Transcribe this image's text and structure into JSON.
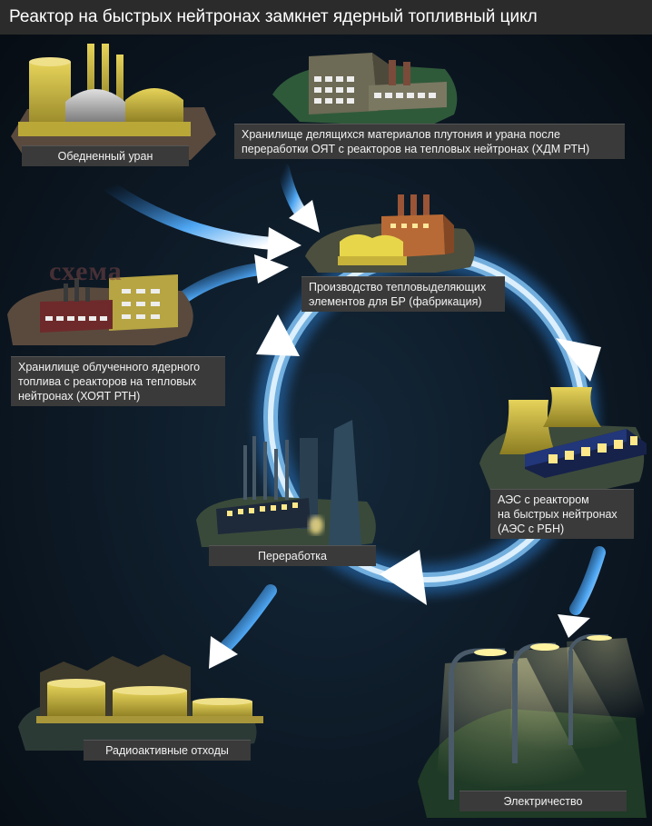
{
  "title": "Реактор на быстрых нейтронах замкнет ядерный топливный цикл",
  "watermark": "схема",
  "nodes": {
    "depleted_uranium": "Обедненный уран",
    "fissile_storage": "Хранилище делящихся материалов плутония и урана после\nпереработки ОЯТ с реакторов на тепловых нейтронах (ХДМ РТН)",
    "fabrication": "Производство тепловыделяющих\nэлементов для БР (фабрикация)",
    "spent_fuel_storage": "Хранилище облученного ядерного\nтоплива с реакторов на тепловых\nнейтронах (ХОЯТ РТН)",
    "npp": "АЭС с реактором\nна быстрых нейтронах\n(АЭС с РБН)",
    "reprocessing": "Переработка",
    "radioactive_waste": "Радиоактивные отходы",
    "electricity": "Электричество"
  },
  "colors": {
    "background": "#0e1a26",
    "label_bg": "#3a3a3a",
    "gold": "#c9b640",
    "arrow": "#ffffff",
    "glow": "#4aa8ff"
  }
}
